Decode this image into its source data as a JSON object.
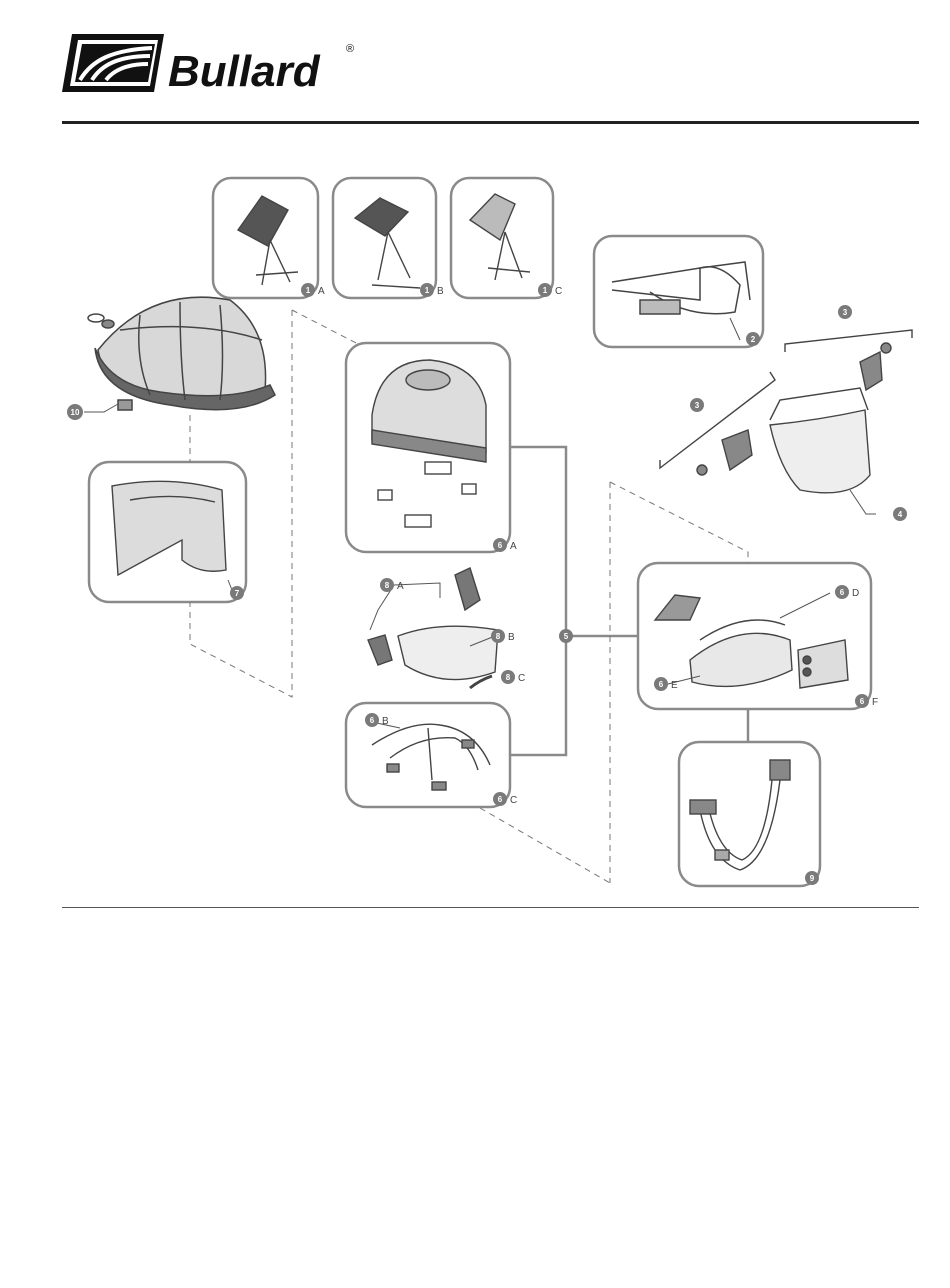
{
  "header": {
    "brand": "Bullard",
    "registered_mark": "®"
  },
  "callouts": [
    {
      "num": "1",
      "suffix": "A"
    },
    {
      "num": "1",
      "suffix": "B"
    },
    {
      "num": "1",
      "suffix": "C"
    },
    {
      "num": "2",
      "suffix": ""
    },
    {
      "num": "3",
      "suffix": ""
    },
    {
      "num": "3",
      "suffix": ""
    },
    {
      "num": "4",
      "suffix": ""
    },
    {
      "num": "5",
      "suffix": ""
    },
    {
      "num": "6",
      "suffix": "A"
    },
    {
      "num": "6",
      "suffix": "B"
    },
    {
      "num": "6",
      "suffix": "C"
    },
    {
      "num": "6",
      "suffix": "D"
    },
    {
      "num": "6",
      "suffix": "E"
    },
    {
      "num": "6",
      "suffix": "F"
    },
    {
      "num": "7",
      "suffix": ""
    },
    {
      "num": "8",
      "suffix": "A"
    },
    {
      "num": "8",
      "suffix": "B"
    },
    {
      "num": "8",
      "suffix": "C"
    },
    {
      "num": "9",
      "suffix": ""
    },
    {
      "num": "10",
      "suffix": ""
    }
  ],
  "icons": [
    "bullard-logo-icon",
    "helmet-icon",
    "goggles-icon",
    "faceshield-icon",
    "liner-icon",
    "visor-icon",
    "suspension-icon",
    "ratchet-icon",
    "chinstrap-icon",
    "earflap-icon",
    "bracket-icon"
  ]
}
